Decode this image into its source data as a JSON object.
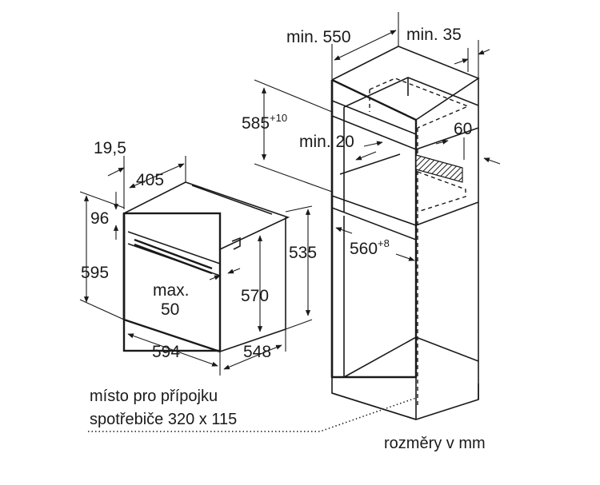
{
  "dimensions": {
    "min_550": "min. 550",
    "min_35": "min. 35",
    "h_585": "585",
    "h_585_sup": "+10",
    "min_20": "min. 20",
    "d_60": "60",
    "d_19_5": "19,5",
    "d_405": "405",
    "d_96": "96",
    "d_595": "595",
    "d_535": "535",
    "d_560": "560",
    "d_560_sup": "+8",
    "max_label": "max.",
    "max_value": "50",
    "d_570": "570",
    "d_594": "594",
    "d_548": "548"
  },
  "notes": {
    "connection_line1": "místo pro přípojku",
    "connection_line2": "spotřebiče 320 x 115",
    "units": "rozměry v mm"
  }
}
